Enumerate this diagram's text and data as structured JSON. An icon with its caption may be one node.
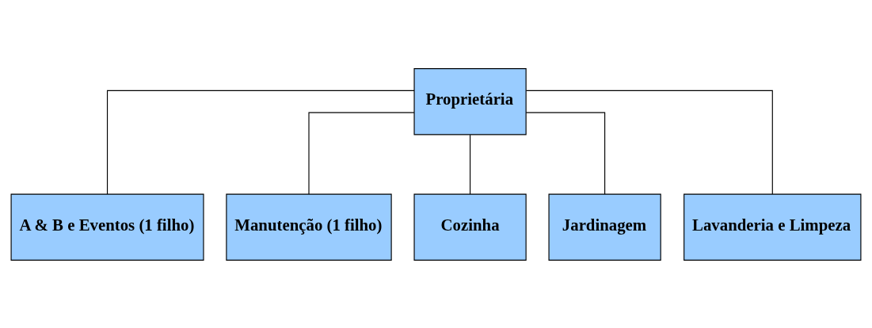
{
  "diagram": {
    "nodes": [
      {
        "text": [
          "Proprietária"
        ]
      },
      {
        "text": [
          "A & B e Eventos (1 filho)"
        ]
      },
      {
        "text": [
          "Manutenção (1 filho)"
        ]
      },
      {
        "text": [
          "Cozinha"
        ]
      },
      {
        "text": [
          "Jardinagem"
        ]
      },
      {
        "text": [
          "Lavanderia e Limpeza"
        ]
      }
    ],
    "edges": [
      {
        "from": 0,
        "to": 1,
        "arrow": "none"
      },
      {
        "from": 0,
        "to": 2,
        "arrow": "none"
      },
      {
        "from": 0,
        "to": 3,
        "arrow": "none"
      },
      {
        "from": 0,
        "to": 4,
        "arrow": "none"
      },
      {
        "from": 0,
        "to": 5,
        "arrow": "none"
      }
    ]
  }
}
